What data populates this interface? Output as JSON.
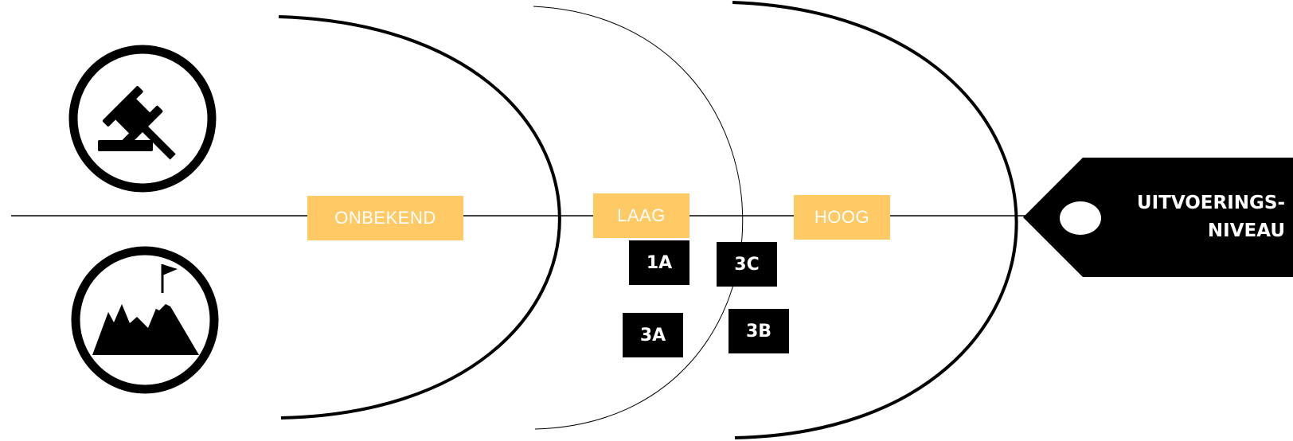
{
  "levels": {
    "unknown": "ONBEKEND",
    "low": "LAAG",
    "high": "HOOG"
  },
  "items": {
    "a1": "1A",
    "c3": "3C",
    "a3": "3A",
    "b3": "3B"
  },
  "tag": {
    "line1": "UITVOERINGS-",
    "line2": "NIVEAU"
  },
  "icons": {
    "top": "gavel-icon",
    "bottom": "mountain-flag-icon"
  },
  "colors": {
    "label_bg": "#ffc966",
    "label_text": "#ffffff",
    "box_bg": "#000000",
    "line": "#000000"
  }
}
